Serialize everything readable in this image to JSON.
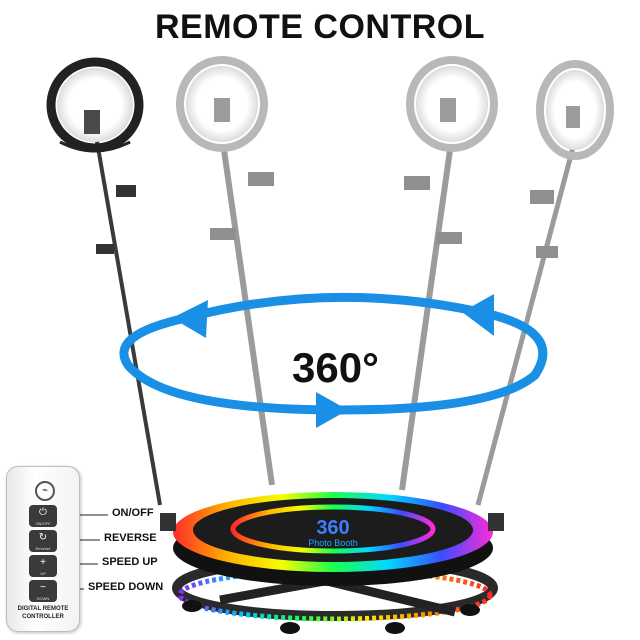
{
  "title": "REMOTE CONTROL",
  "rotation_label": "360°",
  "remote": {
    "buttons": [
      {
        "key": "on-off",
        "callout": "ON/OFF",
        "glyph": "⏻",
        "small": "ON/OFF"
      },
      {
        "key": "reverse",
        "callout": "REVERSE",
        "glyph": "↻",
        "small": "Reverse"
      },
      {
        "key": "speed-up",
        "callout": "SPEED UP",
        "glyph": "+",
        "small": "UP"
      },
      {
        "key": "speed-down",
        "callout": "SPEED DOWN",
        "glyph": "−",
        "small": "DOWN"
      }
    ],
    "brand": "DIGITAL REMOTE CONTROLLER"
  },
  "platform": {
    "logo_number": "360",
    "logo_text": "Photo Booth"
  },
  "colors": {
    "arrow_blue": "#1a8fe6",
    "ring_light": "#f2f2f2",
    "pole_gray": "#a9a9a9",
    "platform_top": "#1c1c1c"
  }
}
